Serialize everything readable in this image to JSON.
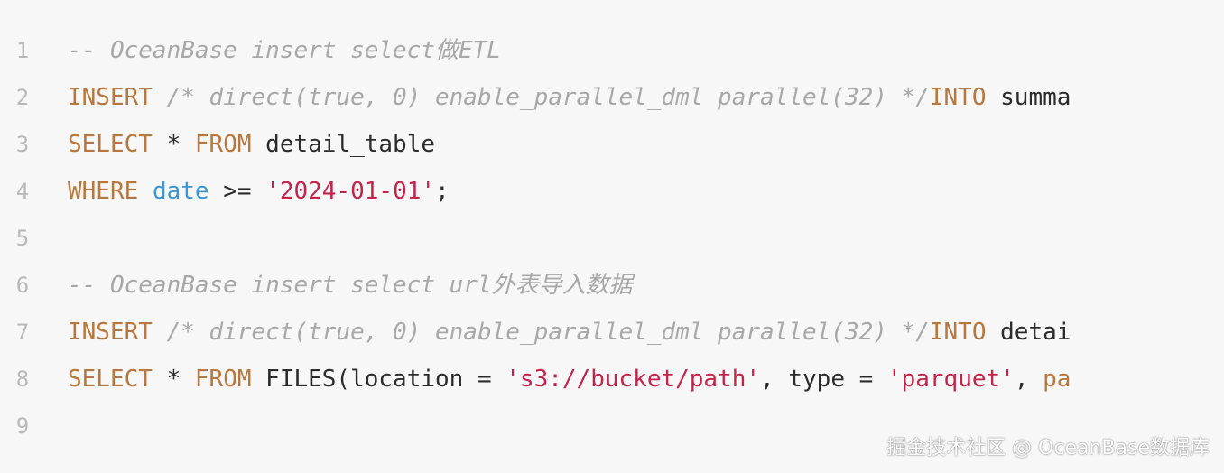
{
  "editor": {
    "lines": [
      {
        "n": "1",
        "tokens": [
          {
            "t": "-- OceanBase insert select做ETL",
            "c": "cm"
          }
        ]
      },
      {
        "n": "2",
        "tokens": [
          {
            "t": "INSERT",
            "c": "kw"
          },
          {
            "t": " ",
            "c": "tx"
          },
          {
            "t": "/* direct(true, 0) enable_parallel_dml parallel(32) */",
            "c": "cm"
          },
          {
            "t": "INTO",
            "c": "kw"
          },
          {
            "t": " summa",
            "c": "tx"
          }
        ]
      },
      {
        "n": "3",
        "tokens": [
          {
            "t": "SELECT",
            "c": "kw"
          },
          {
            "t": " * ",
            "c": "tx"
          },
          {
            "t": "FROM",
            "c": "kw"
          },
          {
            "t": " detail_table",
            "c": "tx"
          }
        ]
      },
      {
        "n": "4",
        "tokens": [
          {
            "t": "WHERE",
            "c": "kw"
          },
          {
            "t": " ",
            "c": "tx"
          },
          {
            "t": "date",
            "c": "fn"
          },
          {
            "t": " >= ",
            "c": "tx"
          },
          {
            "t": "'2024-01-01'",
            "c": "st"
          },
          {
            "t": ";",
            "c": "tx"
          }
        ]
      },
      {
        "n": "5",
        "tokens": []
      },
      {
        "n": "6",
        "tokens": [
          {
            "t": "-- OceanBase insert select url外表导入数据",
            "c": "cm"
          }
        ]
      },
      {
        "n": "7",
        "tokens": [
          {
            "t": "INSERT",
            "c": "kw"
          },
          {
            "t": " ",
            "c": "tx"
          },
          {
            "t": "/* direct(true, 0) enable_parallel_dml parallel(32) */",
            "c": "cm"
          },
          {
            "t": "INTO",
            "c": "kw"
          },
          {
            "t": " detai",
            "c": "tx"
          }
        ]
      },
      {
        "n": "8",
        "tokens": [
          {
            "t": "SELECT",
            "c": "kw"
          },
          {
            "t": " * ",
            "c": "tx"
          },
          {
            "t": "FROM",
            "c": "kw"
          },
          {
            "t": " FILES(location = ",
            "c": "tx"
          },
          {
            "t": "'s3://bucket/path'",
            "c": "st"
          },
          {
            "t": ", type = ",
            "c": "tx"
          },
          {
            "t": "'parquet'",
            "c": "st"
          },
          {
            "t": ", ",
            "c": "tx"
          },
          {
            "t": "pa",
            "c": "kw"
          }
        ]
      },
      {
        "n": "9",
        "tokens": []
      }
    ]
  },
  "watermark": "掘金技术社区 @ OceanBase数据库",
  "colors": {
    "background": "#f7f7f7",
    "keyword": "#b8773c",
    "comment": "#a8a8a8",
    "string": "#c4234a",
    "identifier": "#3b96d6",
    "text": "#2b2b2b",
    "line_number": "#b9b9b9"
  }
}
